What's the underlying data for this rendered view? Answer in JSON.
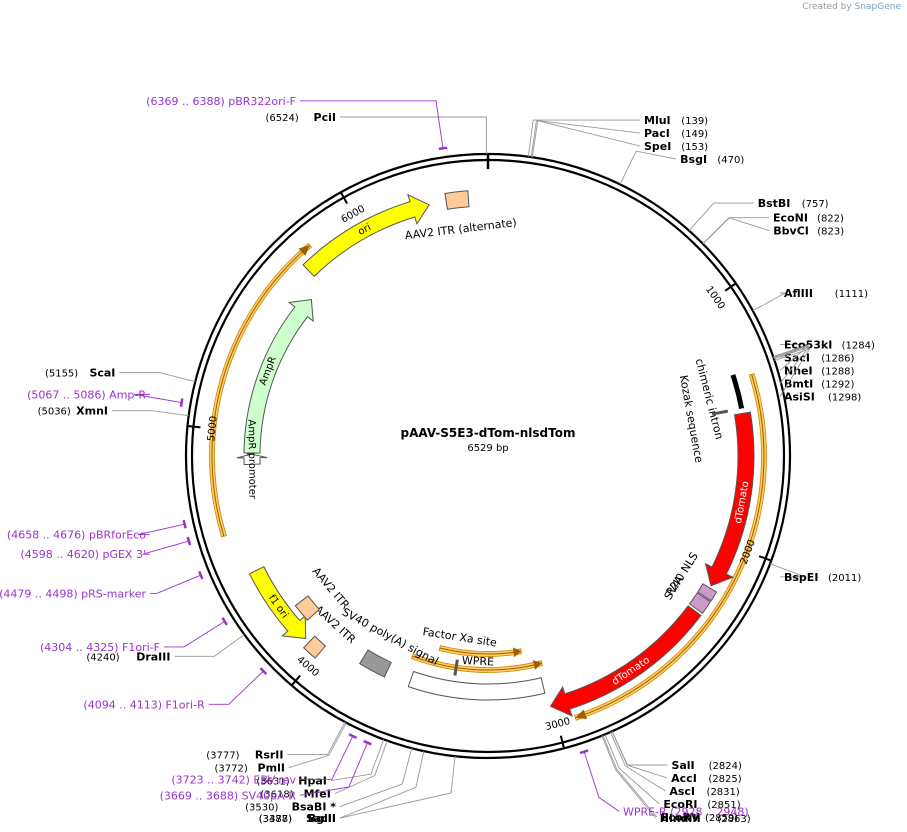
{
  "credit": {
    "prefix": "Created by",
    "brand": "SnapGene"
  },
  "plasmid": {
    "name": "pAAV-S5E3-dTom-nlsdTom",
    "length_label": "6529 bp",
    "length": 6529
  },
  "colors": {
    "backbone": "#000000",
    "primer": "#9933cc",
    "ori": "#ffff00",
    "ampR": "#ccffcc",
    "itr": "#ffcc99",
    "dtomato": "#ff0000",
    "wpre": "#ffffff",
    "polyA": "#999999",
    "nls": "#cc99cc",
    "orf": "#ffcc66"
  },
  "ticks": [
    {
      "label": "1000",
      "pos": 1000
    },
    {
      "label": "2000",
      "pos": 2000
    },
    {
      "label": "3000",
      "pos": 3000
    },
    {
      "label": "4000",
      "pos": 4000
    },
    {
      "label": "5000",
      "pos": 5000
    },
    {
      "label": "6000",
      "pos": 6000
    }
  ],
  "sites": [
    {
      "name": "PciI",
      "pos_label": "(6524)",
      "pos": 6524,
      "side": "left"
    },
    {
      "name": "MluI",
      "pos_label": "(139)",
      "pos": 139,
      "side": "right"
    },
    {
      "name": "PacI",
      "pos_label": "(149)",
      "pos": 149,
      "side": "right"
    },
    {
      "name": "SpeI",
      "pos_label": "(153)",
      "pos": 153,
      "side": "right"
    },
    {
      "name": "BsgI",
      "pos_label": "(470)",
      "pos": 470,
      "side": "right"
    },
    {
      "name": "BstBI",
      "pos_label": "(757)",
      "pos": 757,
      "side": "right"
    },
    {
      "name": "EcoNI",
      "pos_label": "(822)",
      "pos": 822,
      "side": "right"
    },
    {
      "name": "BbvCI",
      "pos_label": "(823)",
      "pos": 823,
      "side": "right"
    },
    {
      "name": "AflIII",
      "pos_label": "(1111)",
      "pos": 1111,
      "side": "right"
    },
    {
      "name": "Eco53kI",
      "pos_label": "(1284)",
      "pos": 1284,
      "side": "right"
    },
    {
      "name": "SacI",
      "pos_label": "(1286)",
      "pos": 1286,
      "side": "right"
    },
    {
      "name": "NheI",
      "pos_label": "(1288)",
      "pos": 1288,
      "side": "right"
    },
    {
      "name": "BmtI",
      "pos_label": "(1292)",
      "pos": 1292,
      "side": "right"
    },
    {
      "name": "AsiSI",
      "pos_label": "(1298)",
      "pos": 1298,
      "side": "right"
    },
    {
      "name": "BspEI",
      "pos_label": "(2011)",
      "pos": 2011,
      "side": "right"
    },
    {
      "name": "SalI",
      "pos_label": "(2824)",
      "pos": 2824,
      "side": "right"
    },
    {
      "name": "AccI",
      "pos_label": "(2825)",
      "pos": 2825,
      "side": "right"
    },
    {
      "name": "AscI",
      "pos_label": "(2831)",
      "pos": 2831,
      "side": "right"
    },
    {
      "name": "EcoRI",
      "pos_label": "(2851)",
      "pos": 2851,
      "side": "right"
    },
    {
      "name": "EcoRV",
      "pos_label": "(2859)",
      "pos": 2859,
      "side": "right"
    },
    {
      "name": "HindIII",
      "pos_label": "(2863)",
      "pos": 2863,
      "side": "right"
    },
    {
      "name": "SacII",
      "pos_label": "(3378)",
      "pos": 3378,
      "side": "left"
    },
    {
      "name": "BglII",
      "pos_label": "(3487)",
      "pos": 3487,
      "side": "left"
    },
    {
      "name": "BsaBI *",
      "pos_label": "(3530)",
      "pos": 3530,
      "side": "left"
    },
    {
      "name": "MfeI",
      "pos_label": "(3618)",
      "pos": 3618,
      "side": "left"
    },
    {
      "name": "HpaI",
      "pos_label": "(3631)",
      "pos": 3631,
      "side": "left"
    },
    {
      "name": "PmlI",
      "pos_label": "(3772)",
      "pos": 3772,
      "side": "left"
    },
    {
      "name": "RsrII",
      "pos_label": "(3777)",
      "pos": 3777,
      "side": "left"
    },
    {
      "name": "DraIII",
      "pos_label": "(4240)",
      "pos": 4240,
      "side": "left"
    },
    {
      "name": "XmnI",
      "pos_label": "(5036)",
      "pos": 5036,
      "side": "left"
    },
    {
      "name": "ScaI",
      "pos_label": "(5155)",
      "pos": 5155,
      "side": "left"
    }
  ],
  "primers": [
    {
      "label": "(6369 .. 6388)  pBR322ori-F",
      "pos": 6378
    },
    {
      "label": "(5067 .. 5086)  Amp-R",
      "pos": 5076
    },
    {
      "label": "(4658 .. 4676)  pBRforEco",
      "pos": 4667
    },
    {
      "label": "(4598 .. 4620)  pGEX 3'",
      "pos": 4609
    },
    {
      "label": "(4479 .. 4498)  pRS-marker",
      "pos": 4488
    },
    {
      "label": "(4304 .. 4325)  F1ori-F",
      "pos": 4314
    },
    {
      "label": "(4094 .. 4113)  F1ori-R",
      "pos": 4103
    },
    {
      "label": "(3723 .. 3742)  EBV-rev",
      "pos": 3732
    },
    {
      "label": "(3669 .. 3688)  SV40pA-R",
      "pos": 3678
    },
    {
      "label": "WPRE-R     (2928 .. 2948)",
      "pos": 2938
    }
  ],
  "features": [
    {
      "name": "ori",
      "type": "arrow",
      "start": 5730,
      "end": 6290,
      "dir": 1,
      "color": "ori",
      "lane": 1
    },
    {
      "name": "AmpR",
      "type": "arrow",
      "start": 4910,
      "end": 5650,
      "dir": 1,
      "color": "ampR",
      "lane": 2
    },
    {
      "name": "AmpR promoter",
      "type": "arrow",
      "start": 4860,
      "end": 4905,
      "dir": 1,
      "color": "white",
      "lane": 2
    },
    {
      "name": "f1 ori",
      "type": "arrow",
      "start": 4080,
      "end": 4420,
      "dir": -1,
      "color": "ori",
      "lane": 1
    },
    {
      "name": "AAV2 ITR (alternate)",
      "type": "box",
      "start": 6360,
      "end": 6450,
      "color": "itr",
      "lane": 1
    },
    {
      "name": "AAV2 ITR",
      "type": "box",
      "start": 4000,
      "end": 4060,
      "color": "itr",
      "lane": 1
    },
    {
      "name": "AAV2 ITR",
      "type": "box",
      "start": 4130,
      "end": 4210,
      "color": "itr",
      "lane": 2
    },
    {
      "name": "chimeric intron",
      "type": "bar",
      "start": 1300,
      "end": 1440,
      "lane": 1
    },
    {
      "name": "Kozak sequence",
      "type": "tick",
      "start": 1440,
      "end": 1450,
      "lane": 2
    },
    {
      "name": "dTomato",
      "type": "arrow",
      "start": 1460,
      "end": 2180,
      "dir": 1,
      "color": "dtomato",
      "lane": 1
    },
    {
      "name": "SV40 NLS",
      "type": "box",
      "start": 2190,
      "end": 2230,
      "color": "nls",
      "lane": 1
    },
    {
      "name": "P2A",
      "type": "box",
      "start": 2235,
      "end": 2290,
      "color": "nls",
      "lane": 1
    },
    {
      "name": "dTomato",
      "type": "arrow",
      "start": 2300,
      "end": 3010,
      "dir": 1,
      "color": "dtomato",
      "lane": 1
    },
    {
      "name": "WPRE",
      "type": "box",
      "start": 3020,
      "end": 3610,
      "color": "wpre",
      "lane": 2
    },
    {
      "name": "SV40 poly(A) signal",
      "type": "box",
      "start": 3720,
      "end": 3840,
      "color": "polyA",
      "lane": 2
    },
    {
      "name": "Factor Xa site",
      "type": "tick",
      "start": 3420,
      "end": 3430,
      "lane": 3
    }
  ],
  "orfs": [
    {
      "start": 1320,
      "end": 2930,
      "dir": 1,
      "lane": 0
    },
    {
      "start": 3000,
      "end": 3640,
      "dir": -1,
      "lane": 3
    },
    {
      "start": 3090,
      "end": 3520,
      "dir": -1,
      "lane": 4
    },
    {
      "start": 4590,
      "end": 5800,
      "dir": 1,
      "lane": 0
    }
  ]
}
